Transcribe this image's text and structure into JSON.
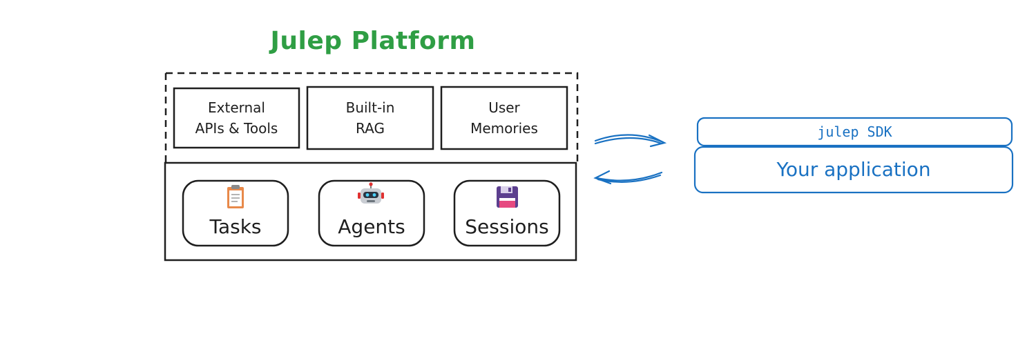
{
  "title": "Julep Platform",
  "features": [
    {
      "line1": "External",
      "line2": "APIs & Tools"
    },
    {
      "line1": "Built-in",
      "line2": "RAG"
    },
    {
      "line1": "User",
      "line2": "Memories"
    }
  ],
  "components": [
    {
      "label": "Tasks",
      "icon": "clipboard-icon"
    },
    {
      "label": "Agents",
      "icon": "robot-icon"
    },
    {
      "label": "Sessions",
      "icon": "floppy-disk-icon"
    }
  ],
  "sdk": {
    "label": "julep SDK"
  },
  "app": {
    "label": "Your application"
  },
  "colors": {
    "title": "#2f9e44",
    "blue": "#1971c2",
    "stroke": "#1e1e1e"
  }
}
